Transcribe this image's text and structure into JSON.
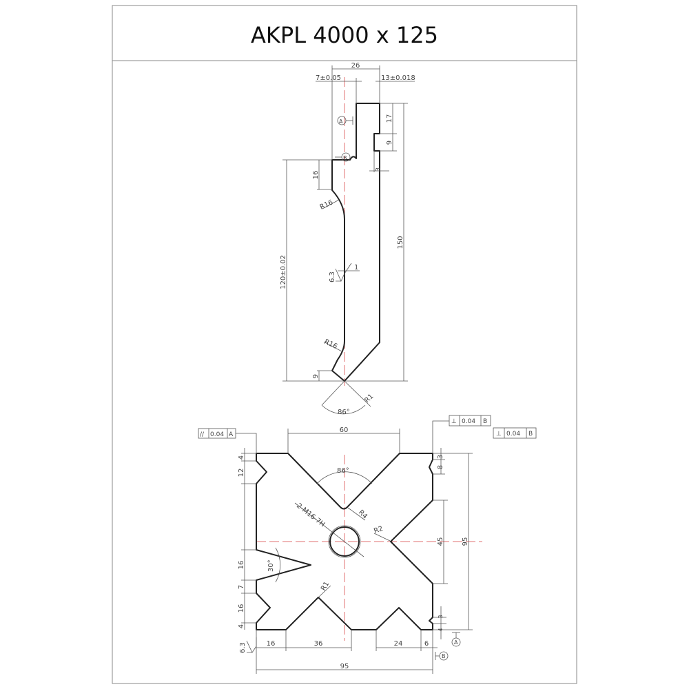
{
  "title": "AKPL 4000 x 125",
  "punch_profile": {
    "dim_width": "26",
    "dim_left": "7±0.05",
    "dim_right": "13±0.018",
    "dim_tang_17": "17",
    "dim_tang_9": "9",
    "dim_notch_3": "3",
    "dim_shoulder_16": "16",
    "dim_height_120": "120±0.02",
    "dim_height_150": "150",
    "dim_tip_9": "9",
    "radius_upper": "R16",
    "radius_lower": "R16",
    "roughness": "6.3",
    "offset_1": "1",
    "tip_angle": "86°",
    "tip_radius": "R1",
    "datum_a": "A",
    "datum_b": "B"
  },
  "die_block": {
    "tol_parallel": {
      "symbol": "//",
      "value": "0.04",
      "datum": "A"
    },
    "tol_perp_1": {
      "symbol": "⊥",
      "value": "0.04",
      "datum": "B"
    },
    "tol_perp_2": {
      "symbol": "⊥",
      "value": "0.04",
      "datum": "B"
    },
    "dim_top_60": "60",
    "angle_top": "86°",
    "radius_r4": "R4",
    "thread": "2-M16-7H",
    "radius_r2": "R2",
    "angle_30": "30°",
    "radius_r1": "R1",
    "dim_left_4a": "4",
    "dim_left_12": "12",
    "dim_left_16a": "16",
    "dim_left_7": "7",
    "dim_left_16b": "16",
    "dim_left_4b": "4",
    "dim_right_3": "3",
    "dim_right_8": "8",
    "dim_right_45": "45",
    "dim_right_95": "95",
    "dim_right_3b": "3",
    "dim_right_4": "4",
    "dim_bottom_16": "16",
    "dim_bottom_36": "36",
    "dim_bottom_24": "24",
    "dim_bottom_6": "6",
    "dim_bottom_95": "95",
    "roughness": "6.3",
    "datum_a": "A",
    "datum_b": "B"
  }
}
